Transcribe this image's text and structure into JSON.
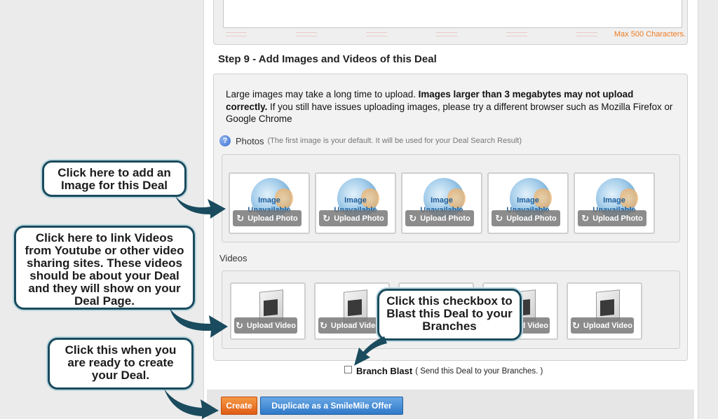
{
  "top_section": {
    "max_chars": "Max 500 Characters."
  },
  "step_title": "Step 9 - Add Images and Videos of this Deal",
  "instructions": {
    "lead": "Large images may take a long time to upload. ",
    "bold": "Images larger than 3 megabytes may not upload correctly.",
    "tail": " If you still have issues uploading images, please try a different browser such as Mozilla Firefox or Google Chrome"
  },
  "photos": {
    "label": "Photos",
    "note": "(The first image is your default. It will be used for your Deal Search Result)",
    "slot_line1": "Image",
    "slot_line2": "Unavailable",
    "upload_label": "Upload Photo",
    "slots": [
      1,
      2,
      3,
      4,
      5
    ]
  },
  "videos": {
    "label": "Videos",
    "upload_label": "Upload Video",
    "slots": [
      1,
      2,
      3,
      4,
      5
    ]
  },
  "branch_blast": {
    "label": "Branch Blast",
    "note": "( Send this Deal to your Branches. )"
  },
  "buttons": {
    "create": "Create",
    "duplicate": "Duplicate as a SmileMile Offer"
  },
  "callouts": {
    "image": "Click here to add an Image for this Deal",
    "videos": "Click here to link Videos from Youtube or other video sharing sites. These videos should be about your Deal and they will show on your Deal Page.",
    "checkbox": "Click this checkbox to Blast this Deal to your Branches",
    "create": "Click this when you are ready to create your Deal."
  },
  "colors": {
    "accent_orange": "#f07c22",
    "create_orange": "#e05c16",
    "duplicate_blue": "#2f79c8",
    "callout_border": "#1a4b5e"
  },
  "icons": {
    "help": "help-icon",
    "refresh": "refresh-icon",
    "video_file": "video-file-icon",
    "image_unavailable": "globe-icon"
  }
}
